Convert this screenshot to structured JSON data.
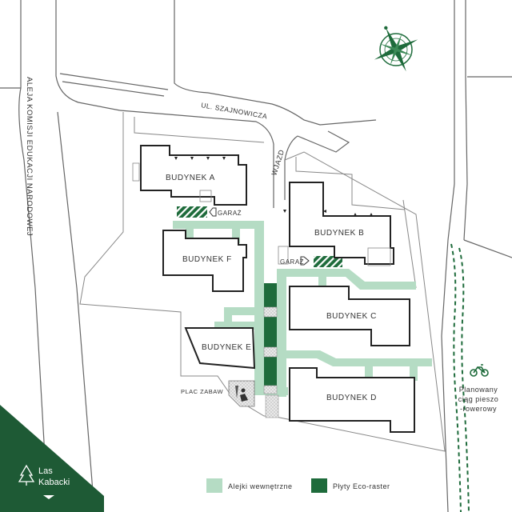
{
  "streets": {
    "main": "ALEJA KOMISJI EDUKACJI NARODOWEJ",
    "szajnowicza": "UL. SZAJNOWICZA",
    "entrance": "WJAZD"
  },
  "buildings": {
    "a": "BUDYNEK A",
    "b": "BUDYNEK B",
    "c": "BUDYNEK C",
    "d": "BUDYNEK D",
    "e": "BUDYNEK E",
    "f": "BUDYNEK F"
  },
  "labels": {
    "garage_a": "GARAŻ",
    "garage_b": "GARAŻ",
    "playground": "PLAC ZABAW"
  },
  "bike_path": {
    "line1": "Planowany",
    "line2": "ciąg pieszo",
    "line3": "-rowerowy"
  },
  "forest": {
    "line1": "Las",
    "line2": "Kabacki"
  },
  "legend": {
    "alleys": "Alejki wewnętrzne",
    "eco": "Płyty Eco-raster"
  },
  "colors": {
    "alley": "#b5dcc4",
    "eco": "#1e6b3b",
    "forest": "#1e5a35",
    "road_line": "#666666",
    "building_line": "#222222",
    "path_dash": "#1e6b3b"
  },
  "icons": {
    "compass": "compass-rose-icon",
    "bike": "bicycle-icon",
    "tree": "tree-icon",
    "play": "playground-icon"
  }
}
